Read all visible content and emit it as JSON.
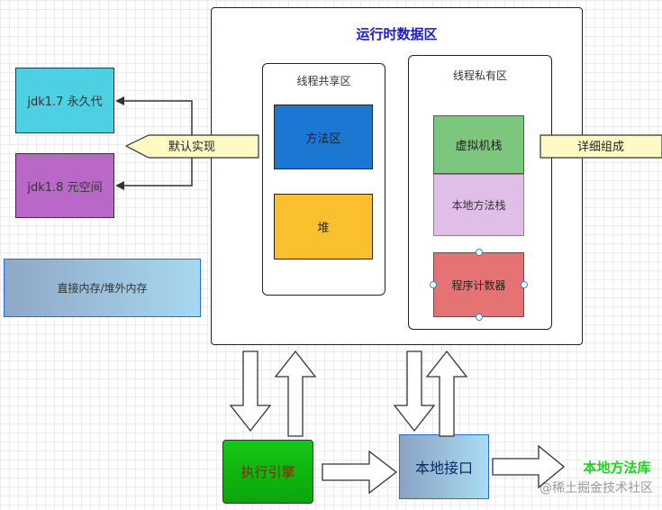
{
  "diagram": {
    "runtime_area": {
      "title": "运行时数据区"
    },
    "shared_area": {
      "title": "线程共享区",
      "method_area": "方法区",
      "heap": "堆"
    },
    "private_area": {
      "title": "线程私有区",
      "vm_stack": "虚拟机栈",
      "native_method_stack": "本地方法栈",
      "pc_register": "程序计数器"
    },
    "left": {
      "jdk17": "jdk1.7 永久代",
      "jdk18": "jdk1.8 元空间",
      "default_impl": "默认实现",
      "direct_memory": "直接内存/堆外内存"
    },
    "right": {
      "detail": "详细组成"
    },
    "bottom": {
      "exec_engine": "执行引擎",
      "native_interface": "本地接口",
      "native_library": "本地方法库"
    },
    "watermark": "@稀土掘金技术社区"
  },
  "colors": {
    "title_blue": "#1a1ad6",
    "method_area": "#1b77d2",
    "heap": "#fbc02d",
    "vm_stack": "#7dc67e",
    "native_method_stack": "#e1bee7",
    "pc_register": "#e57373",
    "jdk17": "#4dd0e1",
    "jdk18": "#ba68c8",
    "exec_engine": "#0aa50a",
    "native_library_text": "#1bd41b",
    "callout_fill": "#fff9c4"
  }
}
